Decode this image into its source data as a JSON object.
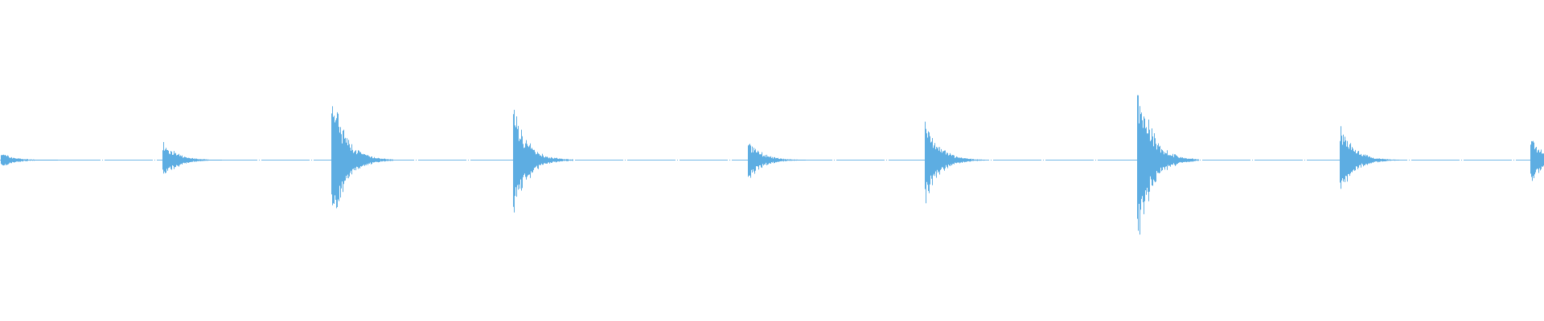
{
  "waveform": {
    "color": "#5DADE2",
    "background": "#FFFFFF",
    "transients": [
      {
        "time": 0.0,
        "peak": 0.05,
        "decay": 0.35
      },
      {
        "time": 0.105,
        "peak": 0.13,
        "decay": 0.45
      },
      {
        "time": 0.215,
        "peak": 0.46,
        "decay": 0.55
      },
      {
        "time": 0.333,
        "peak": 0.36,
        "decay": 0.5
      },
      {
        "time": 0.486,
        "peak": 0.14,
        "decay": 0.4
      },
      {
        "time": 0.601,
        "peak": 0.27,
        "decay": 0.5
      },
      {
        "time": 0.739,
        "peak": 0.55,
        "decay": 0.55
      },
      {
        "time": 0.871,
        "peak": 0.23,
        "decay": 0.45
      },
      {
        "time": 0.995,
        "peak": 0.16,
        "decay": 0.4
      }
    ]
  }
}
